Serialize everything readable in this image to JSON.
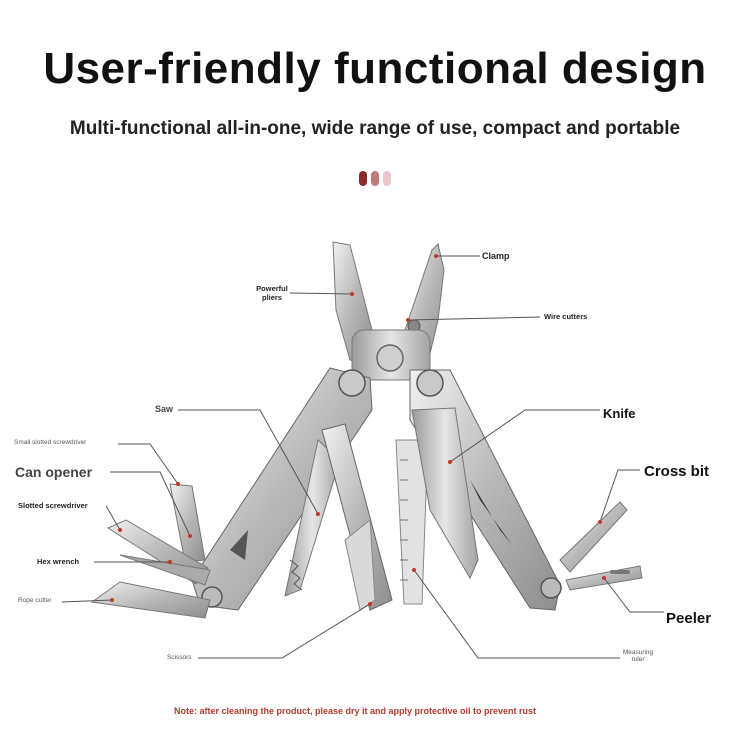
{
  "header": {
    "title": "User-friendly functional design",
    "subtitle": "Multi-functional all-in-one, wide range of use, compact and portable"
  },
  "colors": {
    "accent_dark": "#8b2a2a",
    "accent_mid": "#c07a7a",
    "accent_light": "#ecc7c7",
    "marker": "#c0392b"
  },
  "labels": {
    "clamp": "Clamp",
    "powerful_pliers": "Powerful pliers",
    "wire_cutters": "Wire cutters",
    "saw": "Saw",
    "knife": "Knife",
    "small_slotted_screwdriver": "Small slotted screwdriver",
    "can_opener": "Can opener",
    "cross_bit": "Cross bit",
    "slotted_screwdriver": "Slotted screwdriver",
    "hex_wrench": "Hex wrench",
    "rope_cutter": "Rope cutter",
    "peeler": "Peeler",
    "scissors": "Scissors",
    "measuring_ruler": "Measuring ruler"
  },
  "footer": {
    "note": "Note: after cleaning the product, please dry it and apply protective oil to prevent rust"
  }
}
